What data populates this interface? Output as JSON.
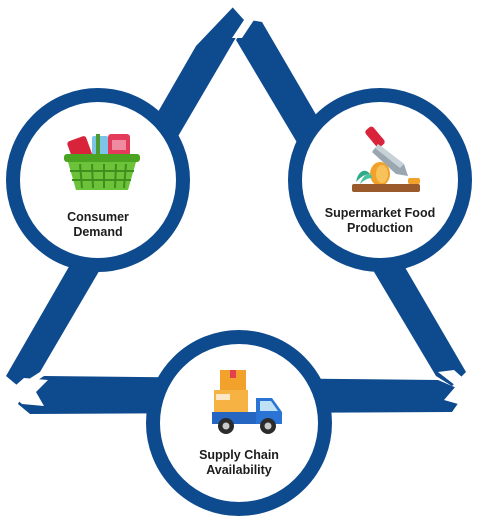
{
  "colors": {
    "ring": "#0e4a8e",
    "text": "#1c1c1c",
    "background": "#ffffff"
  },
  "nodes": [
    {
      "id": "consumer-demand",
      "icon": "shopping-basket-icon",
      "label_lines": [
        "Consumer",
        "Demand"
      ]
    },
    {
      "id": "supermarket-food-production",
      "icon": "knife-cutting-board-icon",
      "label_lines": [
        "Supermarket Food",
        "Production"
      ]
    },
    {
      "id": "supply-chain-availability",
      "icon": "delivery-truck-icon",
      "label_lines": [
        "Supply Chain",
        "Availability"
      ]
    }
  ]
}
